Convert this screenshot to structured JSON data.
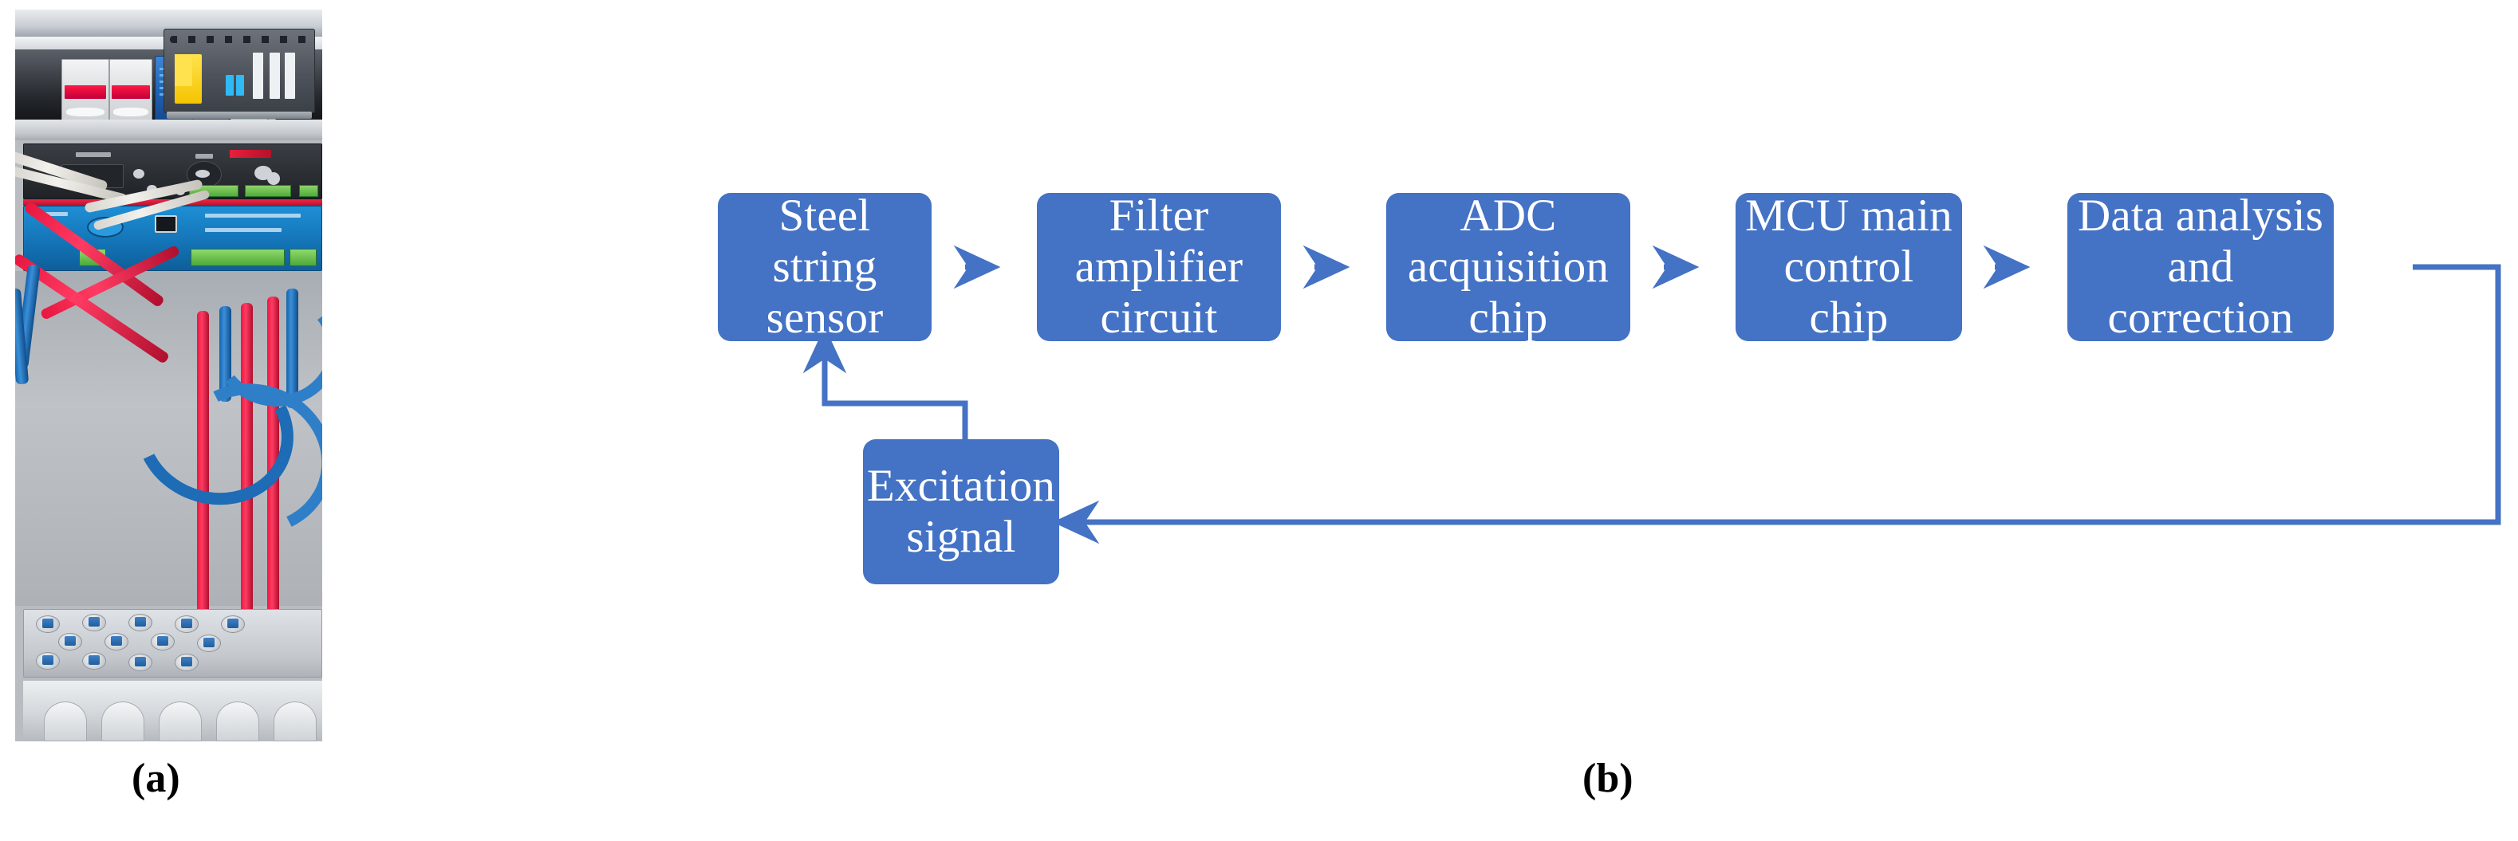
{
  "figure": {
    "panels": [
      {
        "id": "a",
        "caption": "(a)",
        "kind": "photograph",
        "description": "Open electrical control cabinet interior"
      },
      {
        "id": "b",
        "caption": "(b)",
        "kind": "block-diagram",
        "description": "Steel string sensor signal acquisition flow"
      }
    ]
  },
  "photo": {
    "components": [
      {
        "name": "circuit-breaker",
        "color": "#ff1744"
      },
      {
        "name": "surge-protector-module",
        "color": "#1f62b5"
      },
      {
        "name": "terminal-module",
        "color": "#7cc0b6"
      },
      {
        "name": "power-supply-module",
        "color": "#4e535b"
      },
      {
        "name": "controller-panel",
        "color": "#2a2d32"
      },
      {
        "name": "plc-acquisition-unit",
        "color": "#1372b4"
      },
      {
        "name": "cable-gland-tray",
        "color": "#c4c8cd"
      }
    ],
    "cable_colors": {
      "power": "#e8173f",
      "signal": "#1463ad",
      "control": "#e8e5df"
    }
  },
  "diagram": {
    "accent_color": "#4472c4",
    "line_color": "#4472c4",
    "text_color": "#ffffff",
    "blocks": [
      {
        "id": "sensor",
        "lines": [
          "Steel string",
          "sensor"
        ]
      },
      {
        "id": "filter",
        "lines": [
          "Filter amplifier",
          "circuit"
        ]
      },
      {
        "id": "adc",
        "lines": [
          "ADC acquisition",
          "chip"
        ]
      },
      {
        "id": "mcu",
        "lines": [
          "MCU main",
          "control chip"
        ]
      },
      {
        "id": "analysis",
        "lines": [
          "Data analysis",
          "and correction"
        ]
      },
      {
        "id": "excitation",
        "lines": [
          "Excitation",
          "signal"
        ]
      }
    ],
    "connections": [
      {
        "from": "sensor",
        "to": "filter",
        "type": "forward"
      },
      {
        "from": "filter",
        "to": "adc",
        "type": "forward"
      },
      {
        "from": "adc",
        "to": "mcu",
        "type": "forward"
      },
      {
        "from": "mcu",
        "to": "analysis",
        "type": "forward"
      },
      {
        "from": "analysis",
        "to": "excitation",
        "type": "feedback"
      },
      {
        "from": "excitation",
        "to": "sensor",
        "type": "feedback"
      }
    ]
  }
}
